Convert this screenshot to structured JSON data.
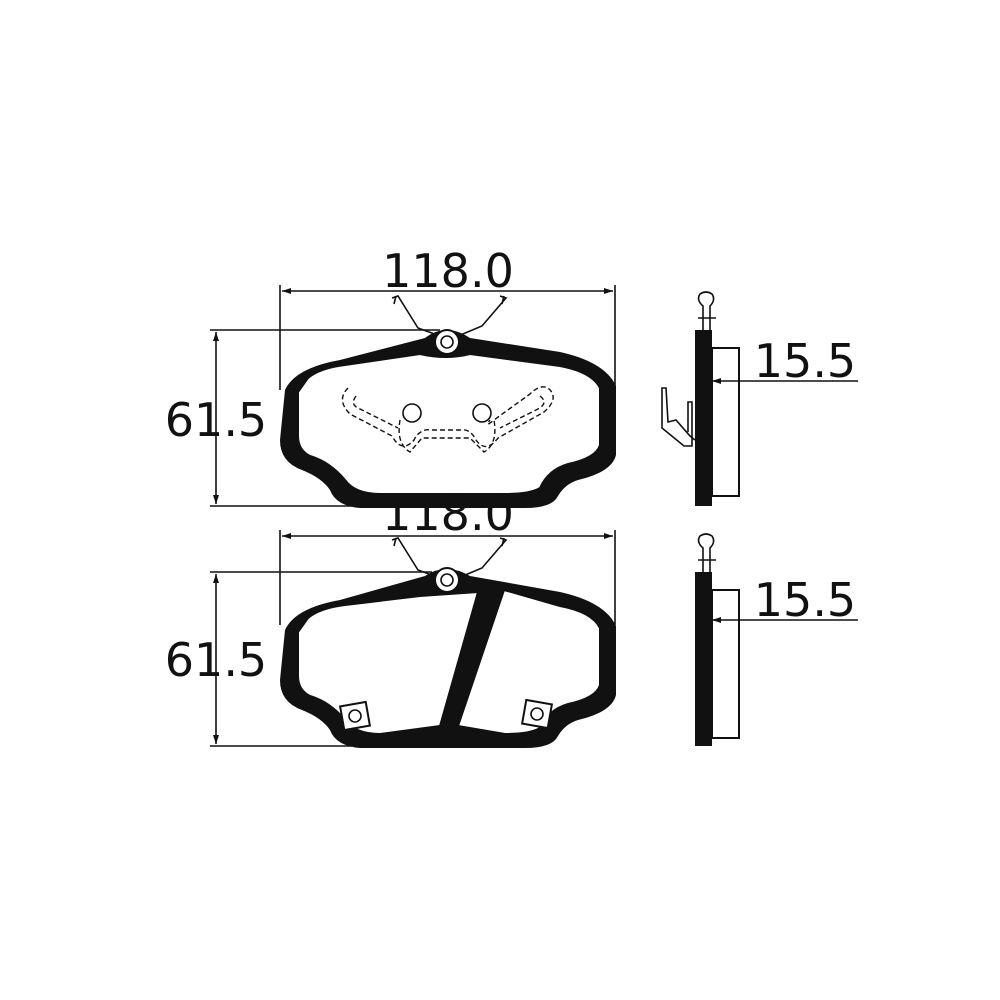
{
  "top_pad": {
    "width_label": "118.0",
    "height_label": "61.5",
    "thickness_label": "15.5"
  },
  "bottom_pad": {
    "width_label": "118.0",
    "height_label": "61.5",
    "thickness_label": "15.5"
  },
  "colors": {
    "line": "#111111",
    "background": "#ffffff"
  }
}
